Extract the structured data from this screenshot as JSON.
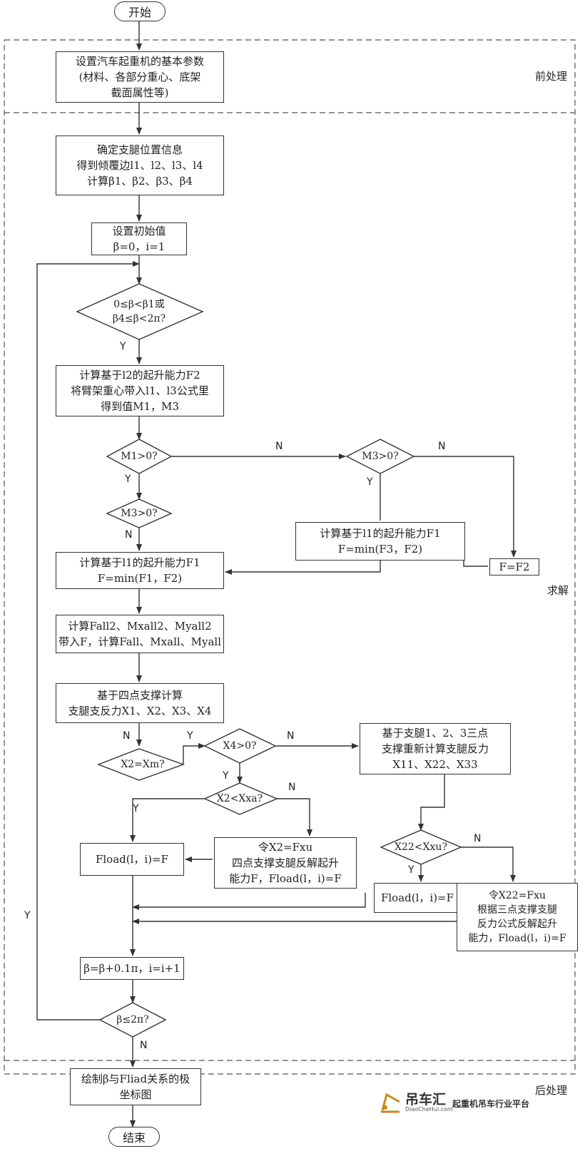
{
  "start": "开始",
  "end": "结束",
  "sections": {
    "pre": "前处理",
    "solve": "求解",
    "post": "后处理"
  },
  "boxes": {
    "b1": [
      "设置汽车起重机的基本参数",
      "(材料、各部分重心、底架",
      "截面属性等)"
    ],
    "b2": [
      "确定支腿位置信息",
      "得到倾覆边l1、l2、l3、l4",
      "计算β1、β2、β3、β4"
    ],
    "b3": [
      "设置初始值",
      "β=0，i=1"
    ],
    "b4": [
      "计算基于l2的起升能力F2",
      "将臂架重心带入l1、l3公式里",
      "得到值M1，M3"
    ],
    "b5": [
      "计算基于l1的起升能力F1",
      "F=min(F1，F2)"
    ],
    "b6": [
      "计算基于l1的起升能力F1",
      "F=min(F3，F2)"
    ],
    "b7": [
      "F=F2"
    ],
    "b8": [
      "计算Fall2、Mxall2、Myall2",
      "带入F，计算Fall、Mxall、Myall"
    ],
    "b9": [
      "基于四点支撑计算",
      "支腿支反力X1、X2、X3、X4"
    ],
    "b10": [
      "基于支腿1、2、3三点",
      "支撑重新计算支腿反力",
      "X11、X22、X33"
    ],
    "b11": [
      "Fload(l，i)=F"
    ],
    "b12": [
      "令X2=Fxu",
      "四点支撑支腿反解起升",
      "能力F，Fload(l，i)=F"
    ],
    "b13": [
      "Fload(l，i)=F"
    ],
    "b14": [
      "令X22=Fxu",
      "根据三点支撑支腿",
      "反力公式反解起升",
      "能力，Fload(l，i)=F"
    ],
    "b15": [
      "β=β+0.1π，i=i+1"
    ],
    "b16": [
      "绘制β与Fliad关系的极",
      "坐标图"
    ]
  },
  "decisions": {
    "d1": [
      "0≤β<β1或",
      "β4≤β<2π?"
    ],
    "d2": [
      "M1>0?"
    ],
    "d3": [
      "M3>0?"
    ],
    "d4": [
      "M3>0?"
    ],
    "d5": [
      "X2=Xm?"
    ],
    "d6": [
      "X4>0?"
    ],
    "d7": [
      "X2<Xxa?"
    ],
    "d8": [
      "X22<Xxu?"
    ],
    "d9": [
      "β≤2π?"
    ]
  },
  "labels": {
    "y": "Y",
    "n": "N"
  },
  "logo": {
    "title": "吊车汇",
    "subtitle": "DiaoCheHui.com",
    "slogan": "起重机吊车行业平台"
  }
}
